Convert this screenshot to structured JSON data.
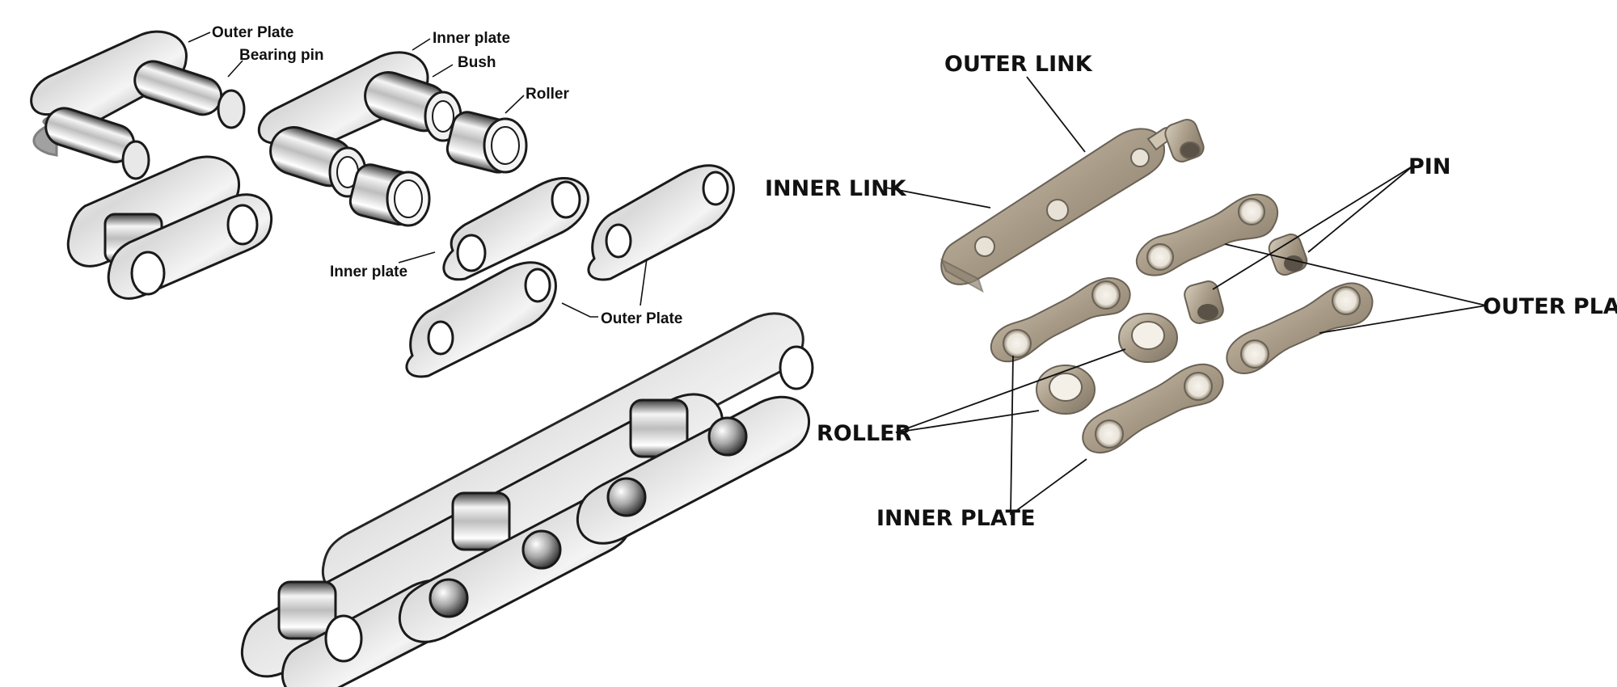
{
  "left_diagram": {
    "labels": {
      "outer_plate_top": "Outer Plate",
      "bearing_pin": "Bearing pin",
      "inner_plate_top": "Inner plate",
      "bush": "Bush",
      "roller": "Roller",
      "inner_plate_mid": "Inner plate",
      "outer_plate_mid": "Outer Plate"
    }
  },
  "right_photo": {
    "labels": {
      "outer_link": "OUTER LINK",
      "inner_link": "INNER LINK",
      "pin": "PIN",
      "outer_plate": "OUTER PLATE",
      "roller": "ROLLER",
      "inner_plate": "INNER PLATE"
    }
  },
  "colors": {
    "metal_light": "#f2f2f2",
    "metal_dark": "#6e6e6e",
    "photo_metal": "#b8ab97",
    "outline": "#1a1a1a"
  }
}
